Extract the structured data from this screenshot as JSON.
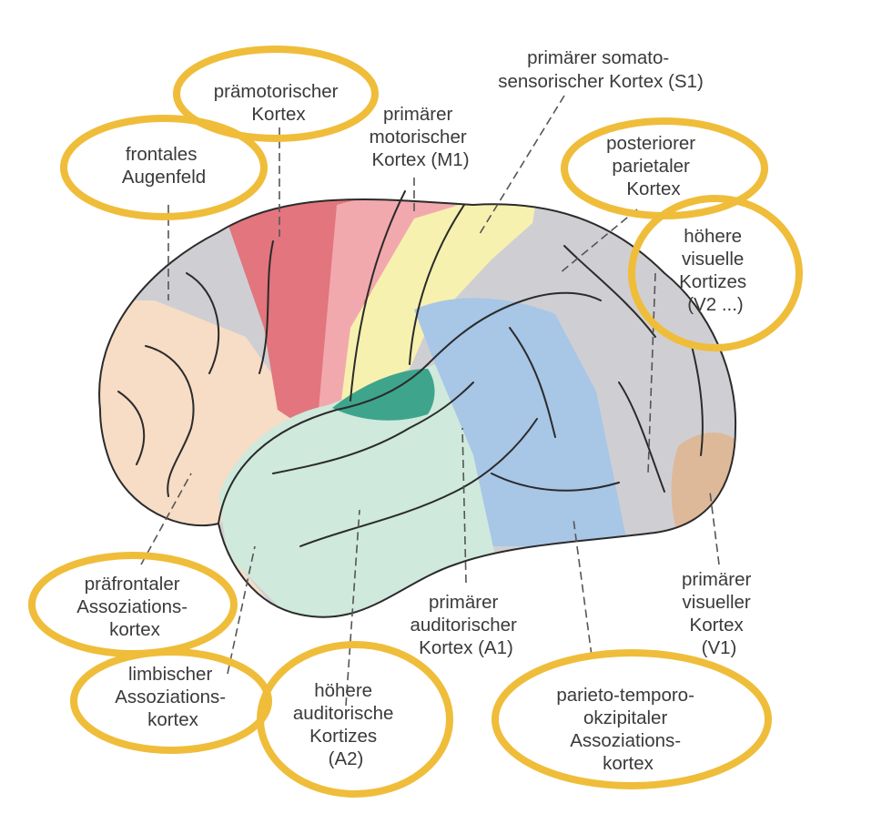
{
  "colors": {
    "highlight_ring": "#efbd3a",
    "gray_association": "#cfcfd3",
    "prefrontal": "#f7dcc6",
    "premotor": "#e2757d",
    "motor": "#f2a9ad",
    "somatosensory": "#f7f1b0",
    "parieto_temporo_occipital": "#a8c6e6",
    "auditory_higher": "#cfe9dc",
    "auditory_primary": "#3ea58c",
    "visual_primary": "#ddb99a"
  },
  "labels": {
    "premotor": [
      "prämotorischer",
      "Kortex"
    ],
    "motor": [
      "primärer",
      "motorischer",
      "Kortex (M1)"
    ],
    "somatosensory": [
      "primärer somato-",
      "sensorischer Kortex (S1)"
    ],
    "frontal_eye_field": [
      "frontales",
      "Augenfeld"
    ],
    "posterior_parietal": [
      "posteriorer",
      "parietaler",
      "Kortex"
    ],
    "higher_visual": [
      "höhere",
      "visuelle",
      "Kortizes",
      "(V2 ...)"
    ],
    "prefrontal": [
      "präfrontaler",
      "Assoziations-",
      "kortex"
    ],
    "primary_auditory": [
      "primärer",
      "auditorischer",
      "Kortex (A1)"
    ],
    "primary_visual": [
      "primärer",
      "visueller",
      "Kortex",
      "(V1)"
    ],
    "limbic": [
      "limbischer",
      "Assoziations-",
      "kortex"
    ],
    "higher_auditory": [
      "höhere",
      "auditorische",
      "Kortizes",
      "(A2)"
    ],
    "pto": [
      "parieto-temporo-",
      "okzipitaler",
      "Assoziations-",
      "kortex"
    ]
  },
  "highlighted_labels": [
    "premotor",
    "frontal_eye_field",
    "posterior_parietal",
    "higher_visual",
    "prefrontal",
    "limbic",
    "higher_auditory",
    "pto"
  ]
}
